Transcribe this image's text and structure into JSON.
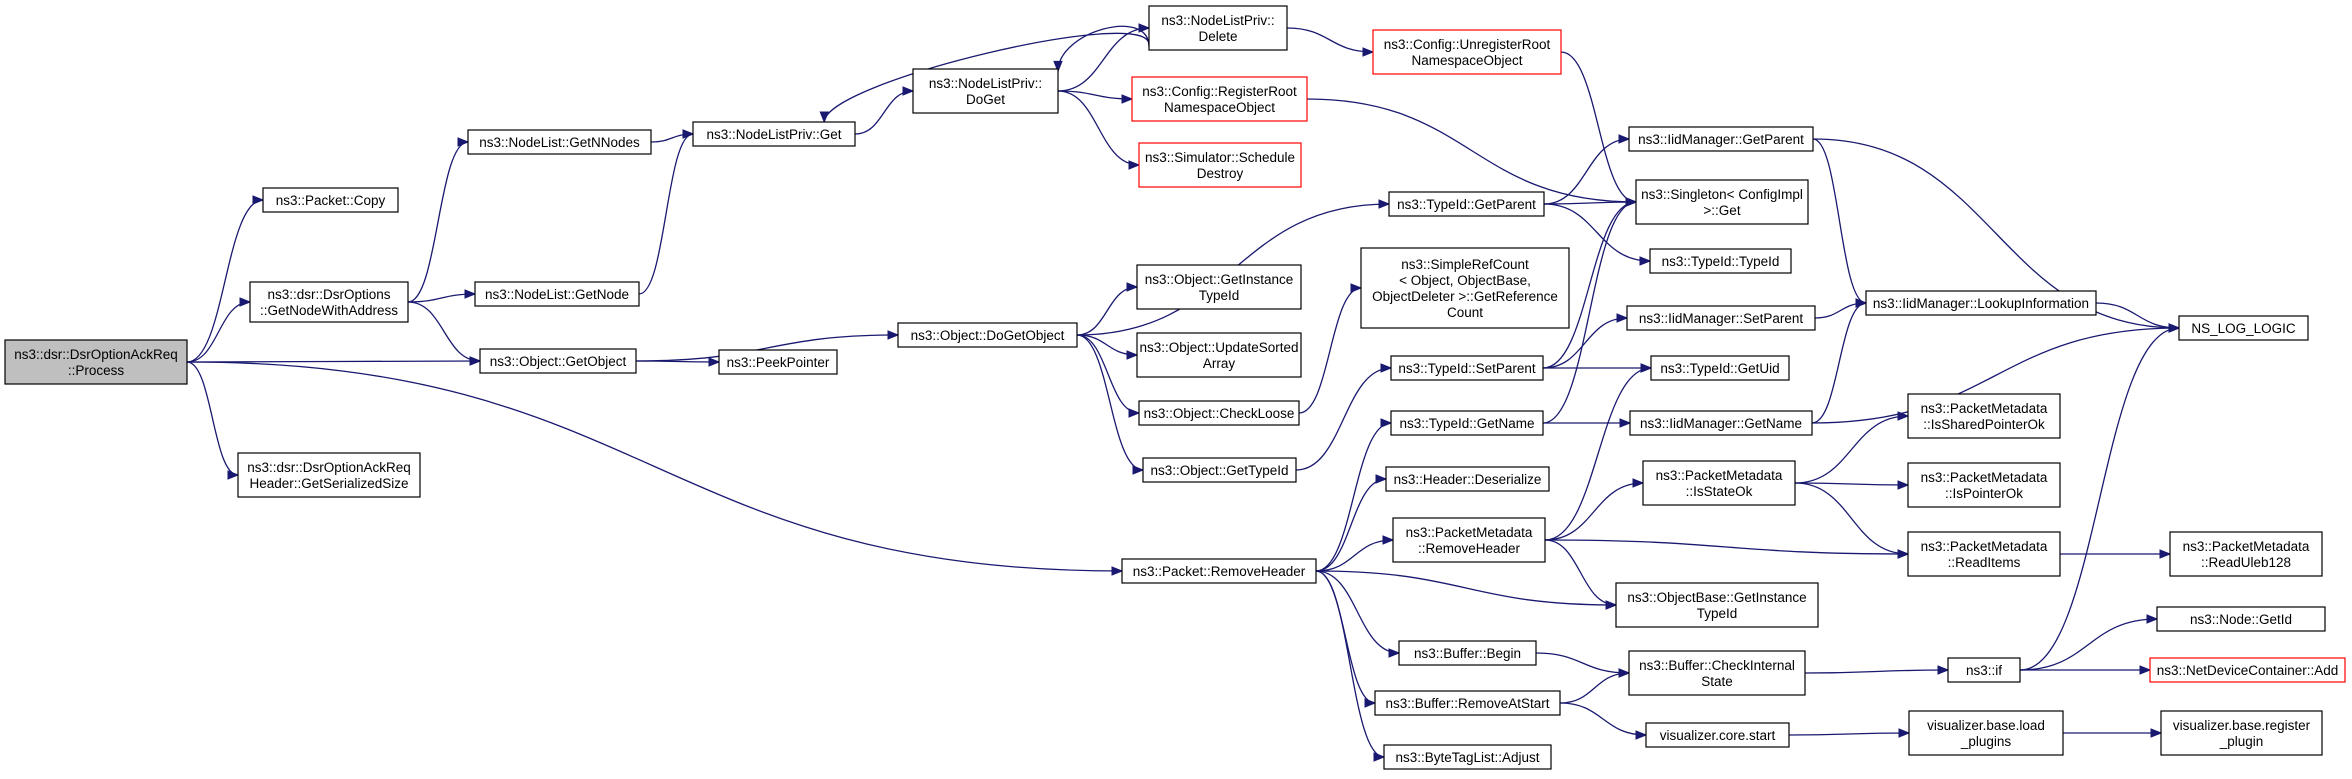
{
  "graph": {
    "nodes": [
      {
        "id": "root",
        "lines": [
          "ns3::dsr::DsrOptionAckReq",
          "::Process"
        ],
        "style": "root"
      },
      {
        "id": "packet_copy",
        "lines": [
          "ns3::Packet::Copy"
        ]
      },
      {
        "id": "getnodewithaddress",
        "lines": [
          "ns3::dsr::DsrOptions",
          "::GetNodeWithAddress"
        ]
      },
      {
        "id": "getserializedsize",
        "lines": [
          "ns3::dsr::DsrOptionAckReq",
          "Header::GetSerializedSize"
        ]
      },
      {
        "id": "getnnodes",
        "lines": [
          "ns3::NodeList::GetNNodes"
        ]
      },
      {
        "id": "nodelist_getnode",
        "lines": [
          "ns3::NodeList::GetNode"
        ]
      },
      {
        "id": "object_getobject",
        "lines": [
          "ns3::Object::GetObject"
        ]
      },
      {
        "id": "peekpointer",
        "lines": [
          "ns3::PeekPointer"
        ]
      },
      {
        "id": "nodelistpriv_get",
        "lines": [
          "ns3::NodeListPriv::Get"
        ]
      },
      {
        "id": "nodelistpriv_doget",
        "lines": [
          "ns3::NodeListPriv::",
          "DoGet"
        ]
      },
      {
        "id": "nodelistpriv_delete",
        "lines": [
          "ns3::NodeListPriv::",
          "Delete"
        ]
      },
      {
        "id": "config_register",
        "lines": [
          "ns3::Config::RegisterRoot",
          "NamespaceObject"
        ],
        "style": "red"
      },
      {
        "id": "simulator_schedule",
        "lines": [
          "ns3::Simulator::Schedule",
          "Destroy"
        ],
        "style": "red"
      },
      {
        "id": "config_unregister",
        "lines": [
          "ns3::Config::UnregisterRoot",
          "NamespaceObject"
        ],
        "style": "red"
      },
      {
        "id": "object_dogetobject",
        "lines": [
          "ns3::Object::DoGetObject"
        ]
      },
      {
        "id": "object_getinstancetypeid",
        "lines": [
          "ns3::Object::GetInstance",
          "TypeId"
        ]
      },
      {
        "id": "object_updatesortedarray",
        "lines": [
          "ns3::Object::UpdateSorted",
          "Array"
        ]
      },
      {
        "id": "object_checkloose",
        "lines": [
          "ns3::Object::CheckLoose"
        ]
      },
      {
        "id": "object_gettypeid",
        "lines": [
          "ns3::Object::GetTypeId"
        ]
      },
      {
        "id": "simplerefcount",
        "lines": [
          "ns3::SimpleRefCount",
          "< Object, ObjectBase,",
          "ObjectDeleter >::GetReference",
          "Count"
        ]
      },
      {
        "id": "typeid_getparent",
        "lines": [
          "ns3::TypeId::GetParent"
        ]
      },
      {
        "id": "typeid_setparent",
        "lines": [
          "ns3::TypeId::SetParent"
        ]
      },
      {
        "id": "typeid_getname",
        "lines": [
          "ns3::TypeId::GetName"
        ]
      },
      {
        "id": "singleton_get",
        "lines": [
          "ns3::Singleton< ConfigImpl",
          ">::Get"
        ]
      },
      {
        "id": "typeid_typeid",
        "lines": [
          "ns3::TypeId::TypeId"
        ]
      },
      {
        "id": "typeid_getuid",
        "lines": [
          "ns3::TypeId::GetUid"
        ]
      },
      {
        "id": "iid_getparent",
        "lines": [
          "ns3::IidManager::GetParent"
        ]
      },
      {
        "id": "iid_setparent",
        "lines": [
          "ns3::IidManager::SetParent"
        ]
      },
      {
        "id": "iid_getname",
        "lines": [
          "ns3::IidManager::GetName"
        ]
      },
      {
        "id": "iid_lookup",
        "lines": [
          "ns3::IidManager::LookupInformation"
        ]
      },
      {
        "id": "ns_log_logic",
        "lines": [
          "NS_LOG_LOGIC"
        ]
      },
      {
        "id": "packet_removeheader",
        "lines": [
          "ns3::Packet::RemoveHeader"
        ]
      },
      {
        "id": "header_deserialize",
        "lines": [
          "ns3::Header::Deserialize"
        ]
      },
      {
        "id": "pm_removeheader",
        "lines": [
          "ns3::PacketMetadata",
          "::RemoveHeader"
        ]
      },
      {
        "id": "pm_isstateok",
        "lines": [
          "ns3::PacketMetadata",
          "::IsStateOk"
        ]
      },
      {
        "id": "pm_issharedpointerok",
        "lines": [
          "ns3::PacketMetadata",
          "::IsSharedPointerOk"
        ]
      },
      {
        "id": "pm_ispointerok",
        "lines": [
          "ns3::PacketMetadata",
          "::IsPointerOk"
        ]
      },
      {
        "id": "pm_readitems",
        "lines": [
          "ns3::PacketMetadata",
          "::ReadItems"
        ]
      },
      {
        "id": "pm_readuleb128",
        "lines": [
          "ns3::PacketMetadata",
          "::ReadUleb128"
        ]
      },
      {
        "id": "objectbase_getinstancetypeid",
        "lines": [
          "ns3::ObjectBase::GetInstance",
          "TypeId"
        ]
      },
      {
        "id": "buffer_begin",
        "lines": [
          "ns3::Buffer::Begin"
        ]
      },
      {
        "id": "buffer_removeatstart",
        "lines": [
          "ns3::Buffer::RemoveAtStart"
        ]
      },
      {
        "id": "bytetaglist_adjust",
        "lines": [
          "ns3::ByteTagList::Adjust"
        ]
      },
      {
        "id": "buffer_checkinternalstate",
        "lines": [
          "ns3::Buffer::CheckInternal",
          "State"
        ]
      },
      {
        "id": "visualizer_core_start",
        "lines": [
          "visualizer.core.start"
        ]
      },
      {
        "id": "ns3_if",
        "lines": [
          "ns3::if"
        ]
      },
      {
        "id": "node_getid",
        "lines": [
          "ns3::Node::GetId"
        ]
      },
      {
        "id": "netdevicecontainer_add",
        "lines": [
          "ns3::NetDeviceContainer::Add"
        ],
        "style": "red"
      },
      {
        "id": "visualizer_load_plugins",
        "lines": [
          "visualizer.base.load",
          "_plugins"
        ]
      },
      {
        "id": "visualizer_register_plugin",
        "lines": [
          "visualizer.base.register",
          "_plugin"
        ]
      }
    ],
    "edges": [
      [
        "root",
        "packet_copy"
      ],
      [
        "root",
        "getnodewithaddress"
      ],
      [
        "root",
        "object_getobject"
      ],
      [
        "root",
        "getserializedsize"
      ],
      [
        "root",
        "packet_removeheader"
      ],
      [
        "getnodewithaddress",
        "getnnodes"
      ],
      [
        "getnodewithaddress",
        "nodelist_getnode"
      ],
      [
        "getnodewithaddress",
        "object_getobject"
      ],
      [
        "getnnodes",
        "nodelistpriv_get"
      ],
      [
        "nodelist_getnode",
        "nodelistpriv_get"
      ],
      [
        "nodelistpriv_get",
        "nodelistpriv_doget"
      ],
      [
        "nodelistpriv_doget",
        "nodelistpriv_delete"
      ],
      [
        "nodelistpriv_doget",
        "config_register"
      ],
      [
        "nodelistpriv_doget",
        "simulator_schedule"
      ],
      [
        "nodelistpriv_delete",
        "nodelistpriv_get"
      ],
      [
        "nodelistpriv_delete",
        "nodelistpriv_doget"
      ],
      [
        "nodelistpriv_delete",
        "config_unregister"
      ],
      [
        "config_register",
        "singleton_get"
      ],
      [
        "config_unregister",
        "singleton_get"
      ],
      [
        "object_getobject",
        "peekpointer"
      ],
      [
        "object_getobject",
        "object_dogetobject"
      ],
      [
        "object_dogetobject",
        "typeid_getparent"
      ],
      [
        "object_dogetobject",
        "object_getinstancetypeid"
      ],
      [
        "object_dogetobject",
        "object_updatesortedarray"
      ],
      [
        "object_dogetobject",
        "object_checkloose"
      ],
      [
        "object_dogetobject",
        "object_gettypeid"
      ],
      [
        "object_checkloose",
        "simplerefcount"
      ],
      [
        "object_gettypeid",
        "typeid_setparent"
      ],
      [
        "typeid_getparent",
        "iid_getparent"
      ],
      [
        "typeid_getparent",
        "singleton_get"
      ],
      [
        "typeid_getparent",
        "typeid_typeid"
      ],
      [
        "typeid_setparent",
        "singleton_get"
      ],
      [
        "typeid_setparent",
        "iid_setparent"
      ],
      [
        "typeid_setparent",
        "typeid_getuid"
      ],
      [
        "typeid_getname",
        "singleton_get"
      ],
      [
        "typeid_getname",
        "iid_getname"
      ],
      [
        "iid_getparent",
        "iid_lookup"
      ],
      [
        "iid_getparent",
        "ns_log_logic"
      ],
      [
        "iid_setparent",
        "iid_lookup"
      ],
      [
        "iid_lookup",
        "ns_log_logic"
      ],
      [
        "iid_getname",
        "iid_lookup"
      ],
      [
        "iid_getname",
        "ns_log_logic"
      ],
      [
        "packet_removeheader",
        "typeid_getname"
      ],
      [
        "packet_removeheader",
        "header_deserialize"
      ],
      [
        "packet_removeheader",
        "pm_removeheader"
      ],
      [
        "packet_removeheader",
        "objectbase_getinstancetypeid"
      ],
      [
        "packet_removeheader",
        "buffer_begin"
      ],
      [
        "packet_removeheader",
        "buffer_removeatstart"
      ],
      [
        "packet_removeheader",
        "bytetaglist_adjust"
      ],
      [
        "pm_removeheader",
        "typeid_getuid"
      ],
      [
        "pm_removeheader",
        "pm_isstateok"
      ],
      [
        "pm_removeheader",
        "pm_readitems"
      ],
      [
        "pm_removeheader",
        "objectbase_getinstancetypeid"
      ],
      [
        "pm_isstateok",
        "pm_issharedpointerok"
      ],
      [
        "pm_isstateok",
        "pm_ispointerok"
      ],
      [
        "pm_isstateok",
        "pm_readitems"
      ],
      [
        "pm_readitems",
        "pm_readuleb128"
      ],
      [
        "buffer_begin",
        "buffer_checkinternalstate"
      ],
      [
        "buffer_removeatstart",
        "buffer_checkinternalstate"
      ],
      [
        "buffer_removeatstart",
        "visualizer_core_start"
      ],
      [
        "buffer_checkinternalstate",
        "ns3_if"
      ],
      [
        "ns3_if",
        "ns_log_logic"
      ],
      [
        "ns3_if",
        "node_getid"
      ],
      [
        "ns3_if",
        "netdevicecontainer_add"
      ],
      [
        "visualizer_core_start",
        "visualizer_load_plugins"
      ],
      [
        "visualizer_load_plugins",
        "visualizer_register_plugin"
      ]
    ]
  }
}
